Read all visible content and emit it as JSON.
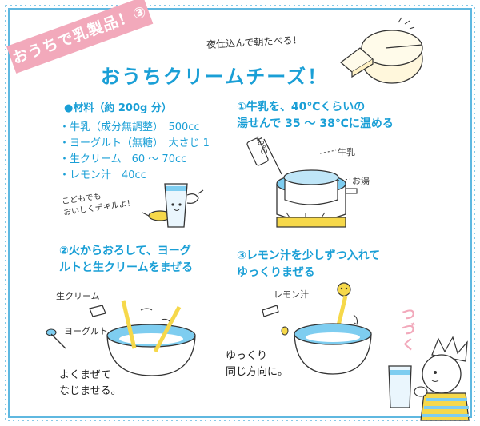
{
  "tag_label": "おうちで乳製品！③",
  "note_top": "夜仕込んで朝たべる！",
  "title": "おうちクリームチーズ！",
  "ingredients": {
    "heading": "●材料（約 200g 分）",
    "items": [
      "・牛乳（成分無調整）　500cc",
      "・ヨーグルト（無糖）　大さじ 1",
      "・生クリーム　60 ～ 70cc",
      "・レモン汁　40cc"
    ]
  },
  "side_note_lines": [
    "こどもでも",
    "おいしくデキルよ！"
  ],
  "steps": {
    "step1": [
      "①牛乳を、40℃くらいの",
      "湯せんで 35 ～ 38℃に温める"
    ],
    "step2": [
      "②火からおろして、ヨーグ",
      "ルトと生クリームをまぜる"
    ],
    "step3": [
      "③レモン汁を少しずつ入れて",
      "ゆっくりまぜる"
    ]
  },
  "labels": {
    "thermometer": "40℃",
    "milk": "牛乳",
    "hot_water": "お湯",
    "cream": "生クリーム",
    "yogurt": "ヨーグルト",
    "lemon": "レモン汁"
  },
  "hand_notes": {
    "step2": [
      "よくまぜて",
      "なじませる。"
    ],
    "step3": [
      "ゆっくり",
      "同じ方向に。"
    ]
  },
  "continue_label": "つづく",
  "colors": {
    "accent_blue": "#1a9fd6",
    "tag_pink": "#f2a9bb",
    "water_blue": "#7ecdf0",
    "burner_yellow": "#f6d84a"
  }
}
